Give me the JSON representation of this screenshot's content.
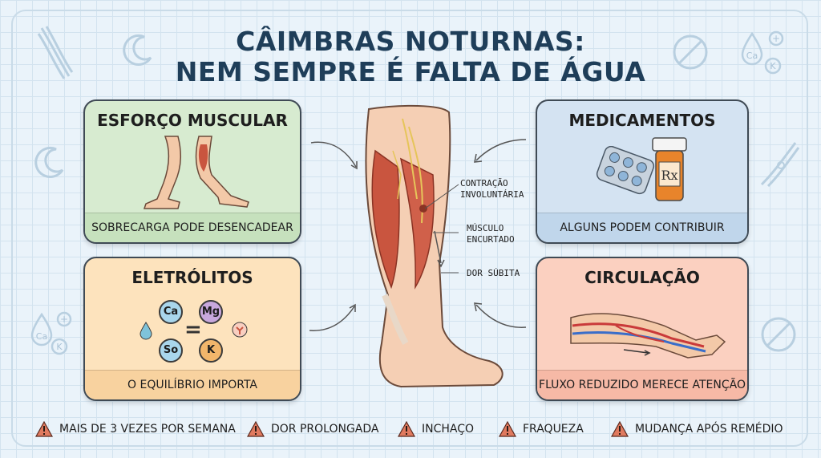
{
  "title": {
    "line1": "CÂIMBRAS NOTURNAS:",
    "line2": "NEM SEMPRE É FALTA DE ÁGUA"
  },
  "cards": {
    "esforco": {
      "title": "ESFORÇO MUSCULAR",
      "caption": "SOBRECARGA PODE DESENCADEAR",
      "icon": "leg-walking-icon"
    },
    "medicamentos": {
      "title": "MEDICAMENTOS",
      "caption": "ALGUNS PODEM CONTRIBUIR",
      "icon": "pill-bottle-icon",
      "rx": "Rx"
    },
    "eletrolitos": {
      "title": "ELETRÓLITOS",
      "caption": "O EQUILÍBRIO IMPORTA",
      "ions": [
        "Ca",
        "Mg",
        "So",
        "K"
      ],
      "equals": "="
    },
    "circulacao": {
      "title": "CIRCULAÇÃO",
      "caption": "FLUXO REDUZIDO MERECE ATENÇÃO",
      "icon": "leg-veins-icon"
    }
  },
  "diagram": {
    "labels": [
      "CONTRAÇÃO INVOLUNTÁRIA",
      "MÚSCULO ENCURTADO",
      "DOR SÚBITA"
    ],
    "label_lines": [
      [
        "CONTRAÇÃO",
        "INVOLUNTÁRIA"
      ],
      [
        "MÚSCULO",
        "ENCURTADO"
      ],
      [
        "DOR SÚBITA"
      ]
    ]
  },
  "warnings": [
    "MAIS DE 3 VEZES POR SEMANA",
    "DOR PROLONGADA",
    "INCHAÇO",
    "FRAQUEZA",
    "MUDANÇA APÓS REMÉDIO"
  ],
  "deco_text": {
    "ca": "Ca",
    "k": "K"
  },
  "colors": {
    "title": "#1f3e59",
    "muscle": "#c9553f",
    "green_card": "#d7ebd0",
    "blue_card": "#d4e3f2",
    "orange_card": "#fde3bd",
    "red_card": "#fbd0c0",
    "warning": "#e07a5f"
  }
}
